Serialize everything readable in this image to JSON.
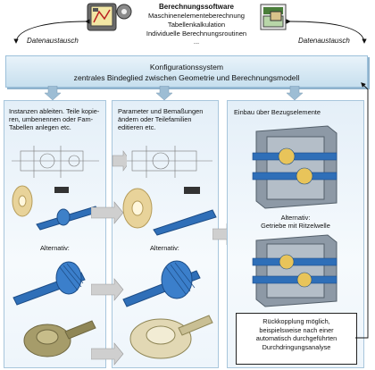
{
  "software": {
    "title": "Berechnungssoftware",
    "lines": [
      "Maschinenelementeberechnung",
      "Tabellenkalkulation",
      "Individuelle Berechnungsroutinen",
      "..."
    ]
  },
  "exchange": {
    "left_label": "Datenaustausch",
    "right_label": "Datenaustausch"
  },
  "config": {
    "line1": "Konfigurationssystem",
    "line2": "zentrales Bindeglied zwischen Geometrie und Berechnungsmodell"
  },
  "columns": {
    "col1": {
      "text_lines": [
        "Instanzen ableiten. Teile kopie-",
        "ren, umbenennen oder Fam-",
        "Tabellen anlegen etc."
      ],
      "alt_label": "Alternativ:"
    },
    "col2": {
      "text_lines": [
        "Parameter und Bemaßungen",
        "ändern oder Teilefamilien",
        "editieren etc."
      ],
      "alt_label": "Alternativ:"
    },
    "col3": {
      "header": "Einbau über Bezugselemente",
      "alt_line1": "Alternativ:",
      "alt_line2": "Getriebe mit Ritzelwelle",
      "feedback_lines": [
        "Rückkopplung möglich,",
        "beispielsweise nach einer",
        "automatisch durchgeführten",
        "Durchdringungsanalyse"
      ]
    }
  },
  "colors": {
    "config_fill": "#c7dfee",
    "column_fill": "#e4eff8",
    "shaft_blue": "#2f6fb8",
    "gear_beige": "#e8d39a",
    "bevel_olive": "#a69c6a",
    "housing_grey": "#8d99a6",
    "arrow_grey": "#c8c8c8"
  },
  "icons": [
    "calculator-icon",
    "gear-icon",
    "spreadsheet-icon"
  ]
}
